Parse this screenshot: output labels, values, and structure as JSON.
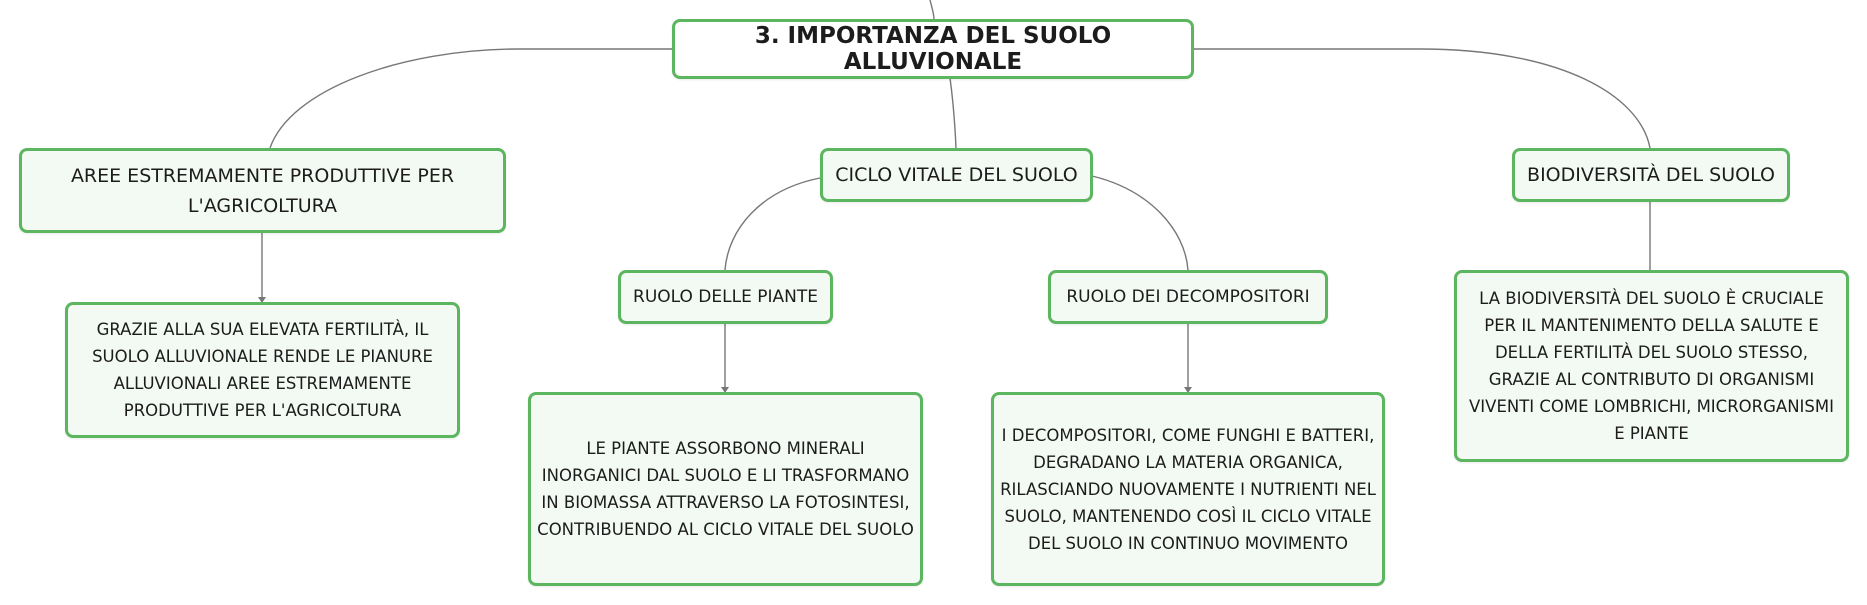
{
  "mindmap": {
    "root": "3. IMPORTANZA DEL SUOLO ALLUVIONALE",
    "aree": {
      "label": "AREE ESTREMAMENTE PRODUTTIVE PER L'AGRICOLTURA",
      "detail": "GRAZIE ALLA SUA ELEVATA FERTILITÀ, IL SUOLO ALLUVIONALE RENDE LE PIANURE ALLUVIONALI AREE ESTREMAMENTE PRODUTTIVE PER L'AGRICOLTURA"
    },
    "ciclo": {
      "label": "CICLO VITALE DEL SUOLO",
      "piante": {
        "label": "RUOLO DELLE PIANTE",
        "detail": "LE PIANTE ASSORBONO MINERALI INORGANICI DAL SUOLO E LI TRASFORMANO IN BIOMASSA ATTRAVERSO LA FOTOSINTESI, CONTRIBUENDO AL CICLO VITALE DEL SUOLO"
      },
      "decompositori": {
        "label": "RUOLO DEI DECOMPOSITORI",
        "detail": "I DECOMPOSITORI, COME FUNGHI E BATTERI, DEGRADANO LA MATERIA ORGANICA, RILASCIANDO NUOVAMENTE I NUTRIENTI NEL SUOLO, MANTENENDO COSÌ IL CICLO VITALE DEL SUOLO IN CONTINUO MOVIMENTO"
      }
    },
    "biodiversita": {
      "label": "BIODIVERSITÀ DEL SUOLO",
      "detail": "LA BIODIVERSITÀ DEL SUOLO È CRUCIALE PER IL MANTENIMENTO DELLA SALUTE E DELLA FERTILITÀ DEL SUOLO STESSO, GRAZIE AL CONTRIBUTO DI ORGANISMI VIVENTI COME LOMBRICHI, MICRORGANISMI E PIANTE"
    },
    "colors": {
      "border": "#5cb660",
      "fill": "#f3f9f3",
      "connector": "#777777"
    }
  }
}
